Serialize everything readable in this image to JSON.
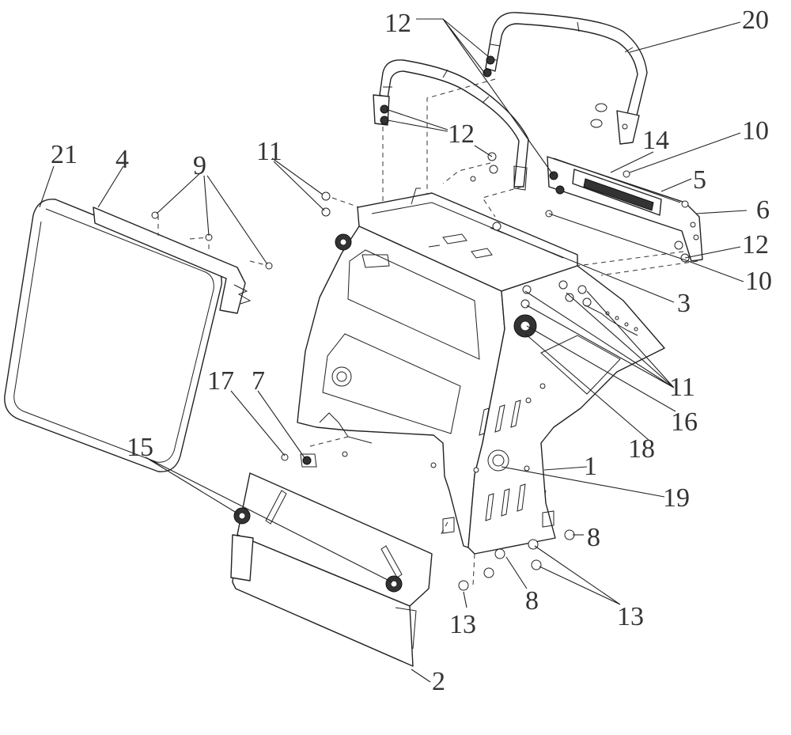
{
  "callouts": [
    {
      "id": "c21",
      "text": "21"
    },
    {
      "id": "c4",
      "text": "4"
    },
    {
      "id": "c9",
      "text": "9"
    },
    {
      "id": "c11a",
      "text": "11"
    },
    {
      "id": "c12a",
      "text": "12"
    },
    {
      "id": "c12b",
      "text": "12"
    },
    {
      "id": "c20",
      "text": "20"
    },
    {
      "id": "c14",
      "text": "14"
    },
    {
      "id": "c10a",
      "text": "10"
    },
    {
      "id": "c5",
      "text": "5"
    },
    {
      "id": "c6",
      "text": "6"
    },
    {
      "id": "c12c",
      "text": "12"
    },
    {
      "id": "c10b",
      "text": "10"
    },
    {
      "id": "c3",
      "text": "3"
    },
    {
      "id": "c11b",
      "text": "11"
    },
    {
      "id": "c16",
      "text": "16"
    },
    {
      "id": "c18",
      "text": "18"
    },
    {
      "id": "c17",
      "text": "17"
    },
    {
      "id": "c7",
      "text": "7"
    },
    {
      "id": "c15",
      "text": "15"
    },
    {
      "id": "c1",
      "text": "1"
    },
    {
      "id": "c19",
      "text": "19"
    },
    {
      "id": "c8a",
      "text": "8"
    },
    {
      "id": "c8b",
      "text": "8"
    },
    {
      "id": "c13a",
      "text": "13"
    },
    {
      "id": "c13b",
      "text": "13"
    },
    {
      "id": "c2",
      "text": "2"
    }
  ]
}
